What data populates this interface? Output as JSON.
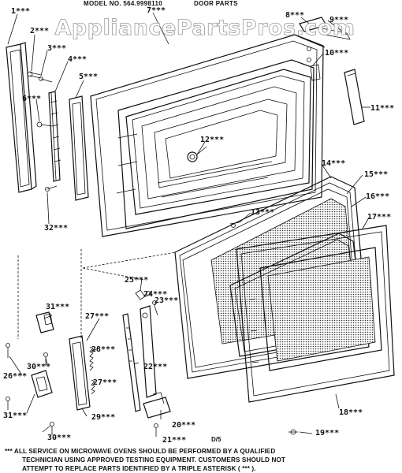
{
  "header": {
    "model": "MODEL NO. 564.9998110",
    "section": "DOOR PARTS"
  },
  "watermark": "AppliancePartsPros.com",
  "callouts": [
    {
      "id": "1",
      "text": "1***"
    },
    {
      "id": "2",
      "text": "2***"
    },
    {
      "id": "3",
      "text": "3***"
    },
    {
      "id": "4",
      "text": "4***"
    },
    {
      "id": "5",
      "text": "5***"
    },
    {
      "id": "6",
      "text": "6***"
    },
    {
      "id": "7",
      "text": "7***"
    },
    {
      "id": "8",
      "text": "8***"
    },
    {
      "id": "9",
      "text": "9***"
    },
    {
      "id": "10",
      "text": "10***"
    },
    {
      "id": "11",
      "text": "11***"
    },
    {
      "id": "12",
      "text": "12***"
    },
    {
      "id": "13",
      "text": "13***"
    },
    {
      "id": "14",
      "text": "14***"
    },
    {
      "id": "15",
      "text": "15***"
    },
    {
      "id": "16",
      "text": "16***"
    },
    {
      "id": "17",
      "text": "17***"
    },
    {
      "id": "18",
      "text": "18***"
    },
    {
      "id": "19",
      "text": "19***"
    },
    {
      "id": "20",
      "text": "20***"
    },
    {
      "id": "21",
      "text": "21***"
    },
    {
      "id": "22",
      "text": "22***"
    },
    {
      "id": "23",
      "text": "23***"
    },
    {
      "id": "24",
      "text": "24***"
    },
    {
      "id": "25",
      "text": "25***"
    },
    {
      "id": "26",
      "text": "26***"
    },
    {
      "id": "27a",
      "text": "27***"
    },
    {
      "id": "27b",
      "text": "27***"
    },
    {
      "id": "28",
      "text": "28***"
    },
    {
      "id": "29",
      "text": "29***"
    },
    {
      "id": "30a",
      "text": "30***"
    },
    {
      "id": "30b",
      "text": "30***"
    },
    {
      "id": "31a",
      "text": "31***"
    },
    {
      "id": "31b",
      "text": "31***"
    },
    {
      "id": "32",
      "text": "32***"
    }
  ],
  "revision": "D/5",
  "notice": {
    "line1": "*** ALL SERVICE ON MICROWAVE OVENS SHOULD BE PERFORMED BY A QUALIFIED",
    "line2": "TECHNICIAN USING APPROVED TESTING EQUIPMENT. CUSTOMERS SHOULD NOT",
    "line3": "ATTEMPT TO REPLACE PARTS IDENTIFIED BY A TRIPLE ASTERISK ( *** )."
  }
}
